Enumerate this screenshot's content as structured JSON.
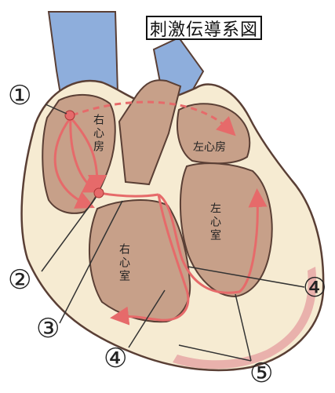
{
  "title": "刺激伝導系図",
  "markers": [
    "①",
    "②",
    "③",
    "④",
    "④",
    "⑤"
  ],
  "chambers": {
    "right_atrium": "右心房",
    "left_atrium": "左心房",
    "right_ventricle": "右心室",
    "left_ventricle": "左心室"
  },
  "colors": {
    "vessel_blue": "#8eaedc",
    "heart_outer": "#f6ebd2",
    "heart_inner": "#c7a089",
    "outline": "#5a3f35",
    "pathway_pink": "#e66a6a",
    "pericardium_pink": "#e9b1ac"
  },
  "icons": [
    "sa-node-dot",
    "av-node-dot",
    "conduction-arrow"
  ]
}
